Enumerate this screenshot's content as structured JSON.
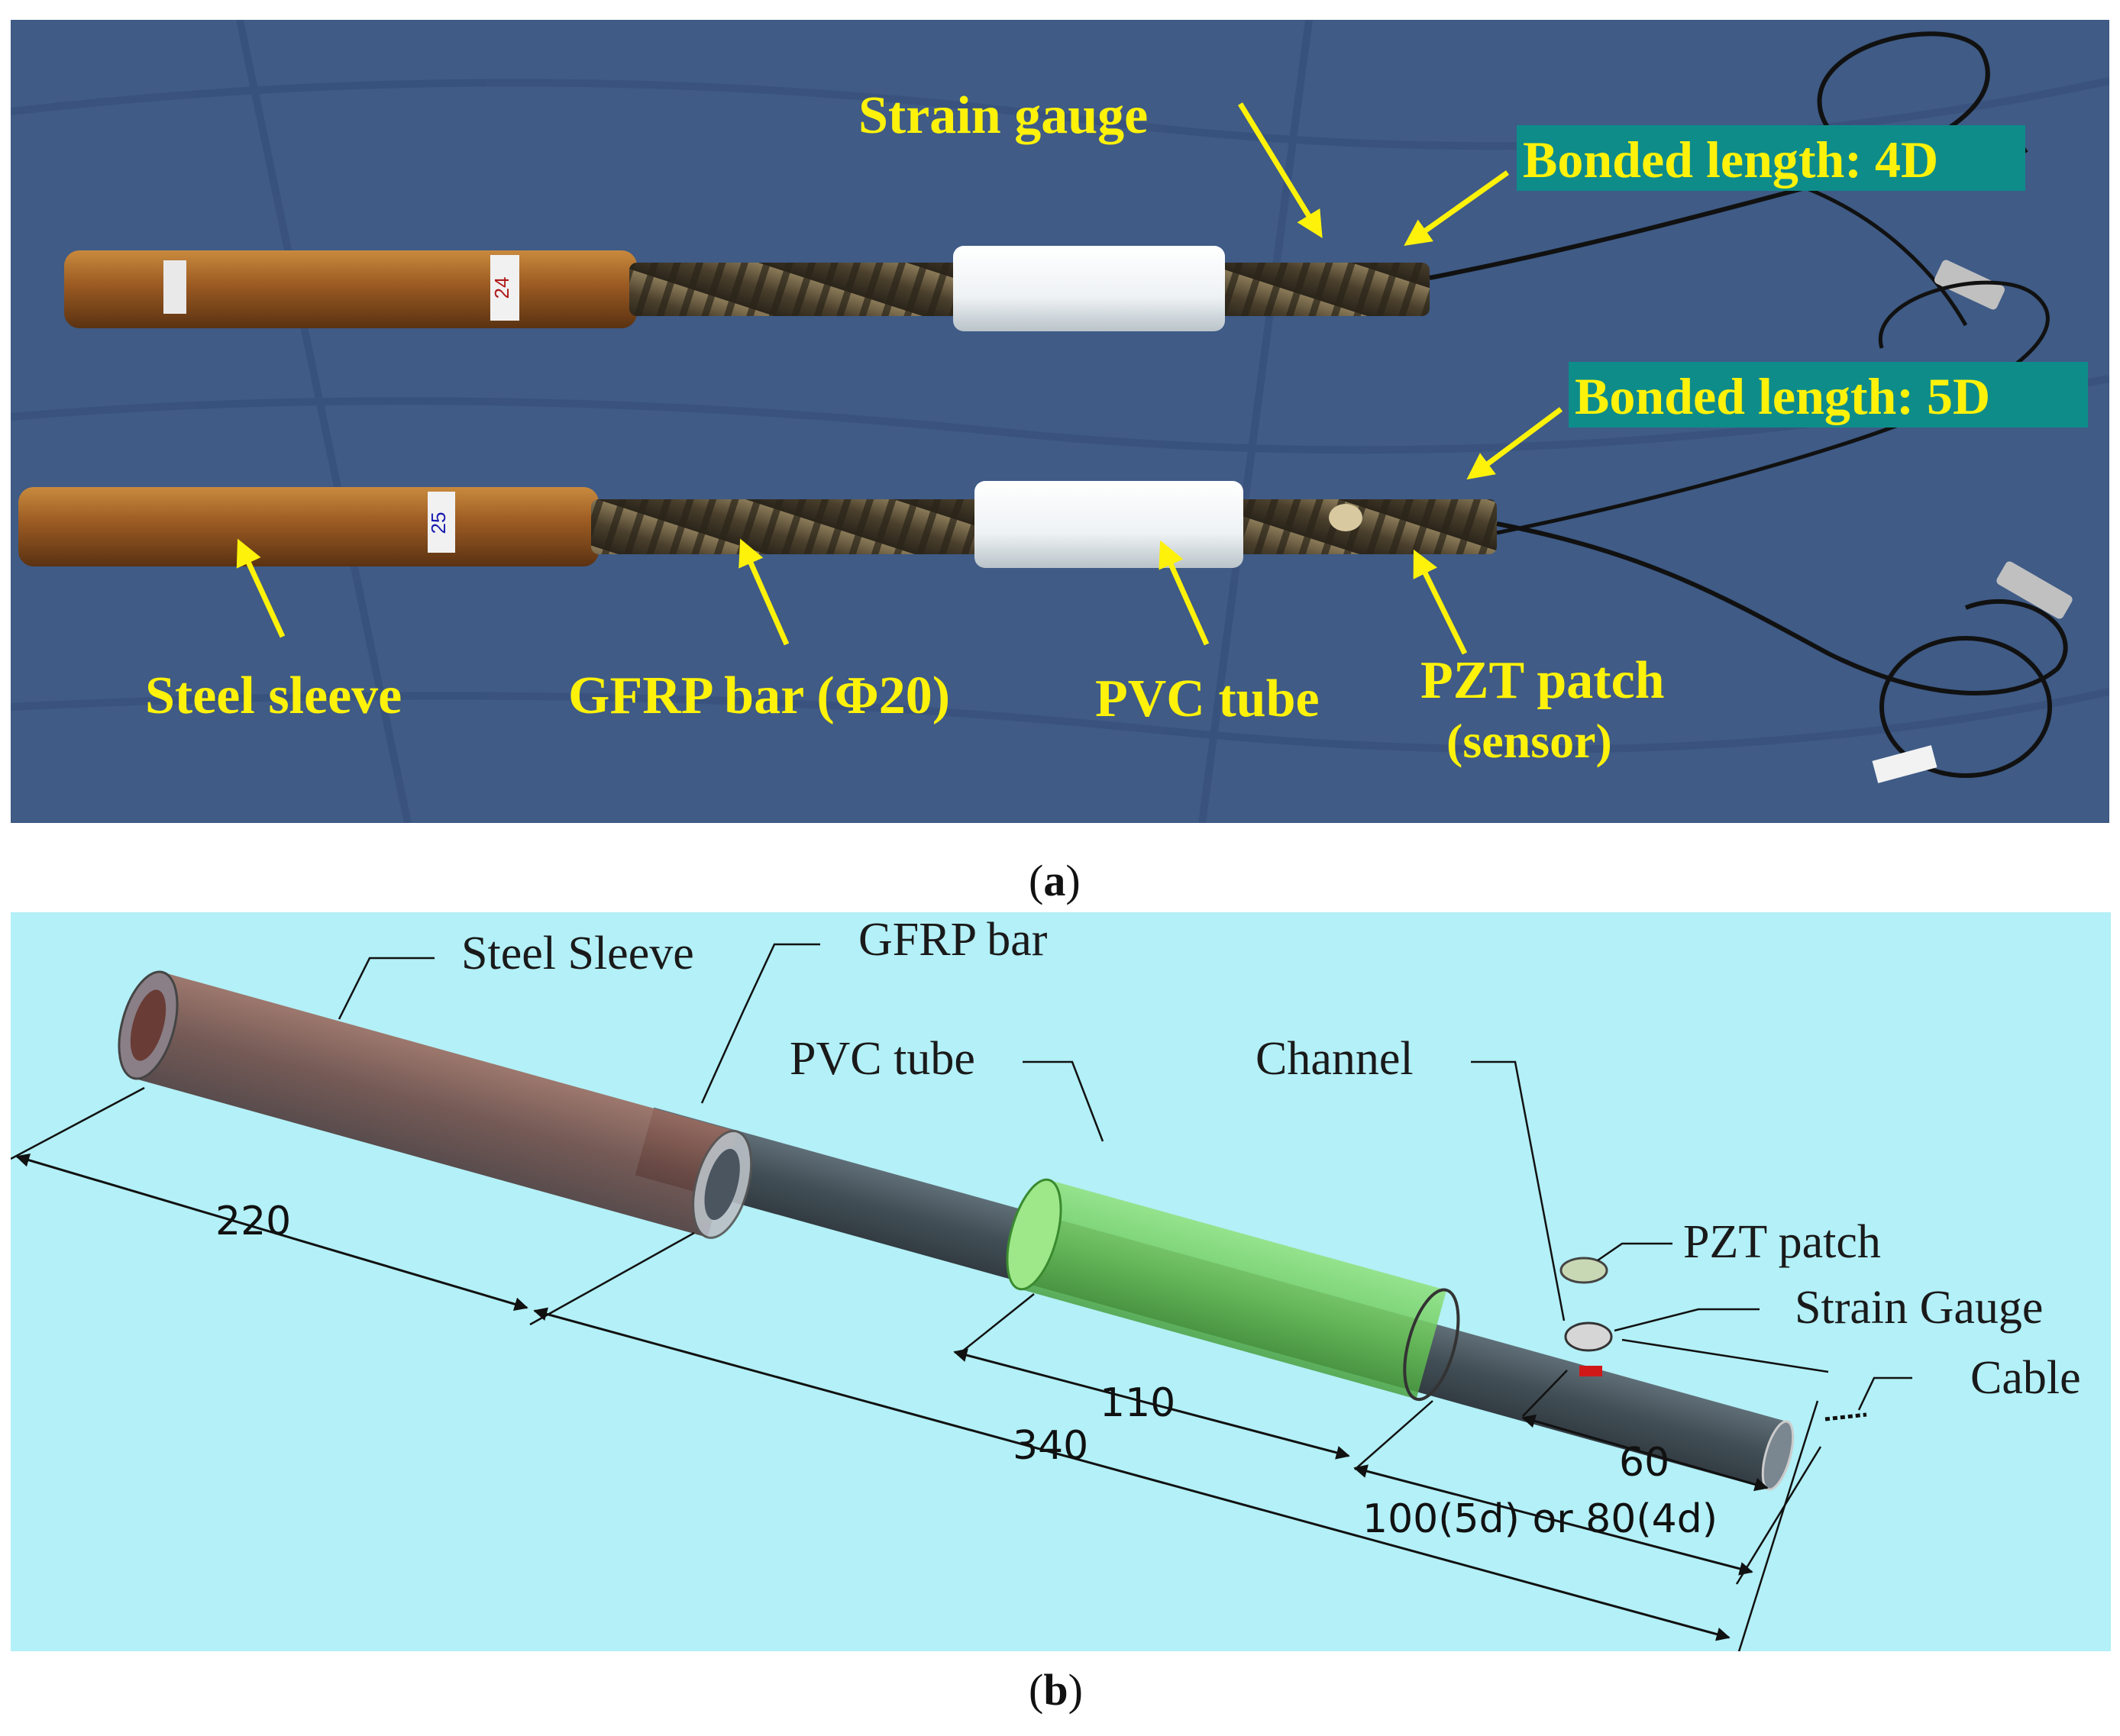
{
  "panel_a": {
    "labels": {
      "strain_gauge": "Strain gauge",
      "bonded_4d": "Bonded length: 4D",
      "bonded_5d": "Bonded length: 5D",
      "steel_sleeve": "Steel sleeve",
      "gfrp_bar": "GFRP bar (Φ20)",
      "pvc_tube": "PVC tube",
      "pzt_patch": "PZT patch",
      "sensor": "(sensor)"
    },
    "specimen_tags": [
      "24",
      "25"
    ],
    "colors": {
      "label": "#fff20a",
      "highlight_box": "#0e8c8a",
      "background": "#3f5b86"
    }
  },
  "panel_b": {
    "labels": {
      "steel_sleeve": "Steel Sleeve",
      "gfrp_bar": "GFRP bar",
      "pvc_tube": "PVC tube",
      "channel": "Channel",
      "pzt_patch": "PZT patch",
      "strain_gauge": "Strain Gauge",
      "cable": "Cable"
    },
    "dimensions": {
      "d220": "220",
      "d340": "340",
      "d110": "110",
      "d60": "60",
      "d_bonded": "100(5d) or 80(4d)"
    },
    "colors": {
      "background": "#b3f0f7",
      "pvc": "#7bd36a",
      "sleeve": "#8a5a4a",
      "bar": "#4a5560"
    }
  },
  "captions": {
    "a_open": "(",
    "a_letter": "a",
    "a_close": ")",
    "b_open": "(",
    "b_letter": "b",
    "b_close": ")"
  }
}
